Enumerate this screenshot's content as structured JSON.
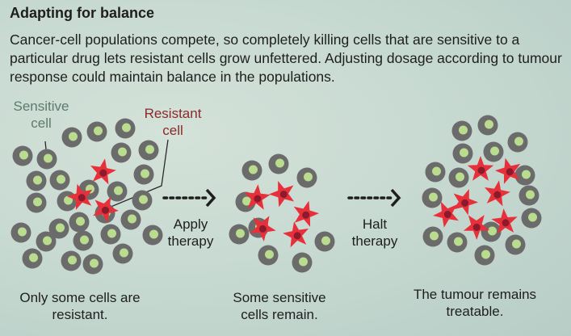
{
  "title": "Adapting for balance",
  "intro": "Cancer-cell populations compete, so completely killing cells that are sensitive to a particular drug lets resistant cells grow unfettered. Adjusting dosage according to tumour response could maintain balance in the populations.",
  "labels": {
    "sensitive_line1": "Sensitive",
    "sensitive_line2": "cell",
    "resistant_line1": "Resistant",
    "resistant_line2": "cell"
  },
  "steps": [
    {
      "line1": "Apply",
      "line2": "therapy"
    },
    {
      "line1": "Halt",
      "line2": "therapy"
    }
  ],
  "captions": [
    {
      "line1": "Only some cells are",
      "line2": "resistant."
    },
    {
      "line1": "Some sensitive",
      "line2": "cells remain."
    },
    {
      "line1": "The tumour remains",
      "line2": "treatable."
    }
  ],
  "colors": {
    "sensitive_outer": "#6b6b6b",
    "sensitive_inner": "#b9dc8e",
    "resistant_body": "#e8303a",
    "resistant_nucleus": "#8a1a2c",
    "sensitive_label": "#5e7a70",
    "resistant_label": "#8a2a2a",
    "arrow": "#1e1e1e"
  }
}
